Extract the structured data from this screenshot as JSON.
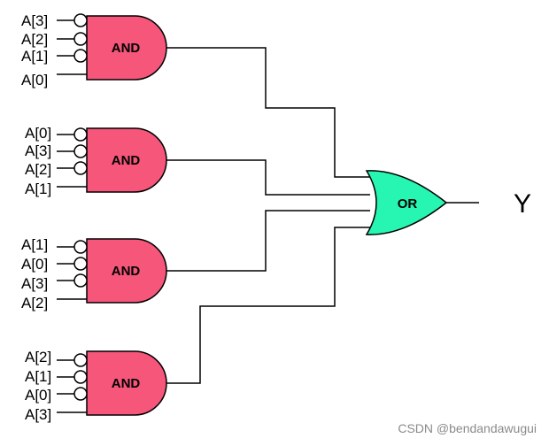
{
  "colors": {
    "and_gate_fill": "#f5567a",
    "or_gate_fill": "#27f5b2",
    "wire": "#000000"
  },
  "and_gates": [
    {
      "label": "AND",
      "inputs": [
        "A[3]",
        "A[2]",
        "A[1]",
        "A[0]"
      ],
      "inverted": [
        true,
        true,
        true,
        false
      ]
    },
    {
      "label": "AND",
      "inputs": [
        "A[0]",
        "A[3]",
        "A[2]",
        "A[1]"
      ],
      "inverted": [
        true,
        true,
        true,
        false
      ]
    },
    {
      "label": "AND",
      "inputs": [
        "A[1]",
        "A[0]",
        "A[3]",
        "A[2]"
      ],
      "inverted": [
        true,
        true,
        true,
        false
      ]
    },
    {
      "label": "AND",
      "inputs": [
        "A[2]",
        "A[1]",
        "A[0]",
        "A[3]"
      ],
      "inverted": [
        true,
        true,
        true,
        false
      ]
    }
  ],
  "or_gate": {
    "label": "OR"
  },
  "output": {
    "label": "Y"
  },
  "watermark": "CSDN @bendandawugui"
}
